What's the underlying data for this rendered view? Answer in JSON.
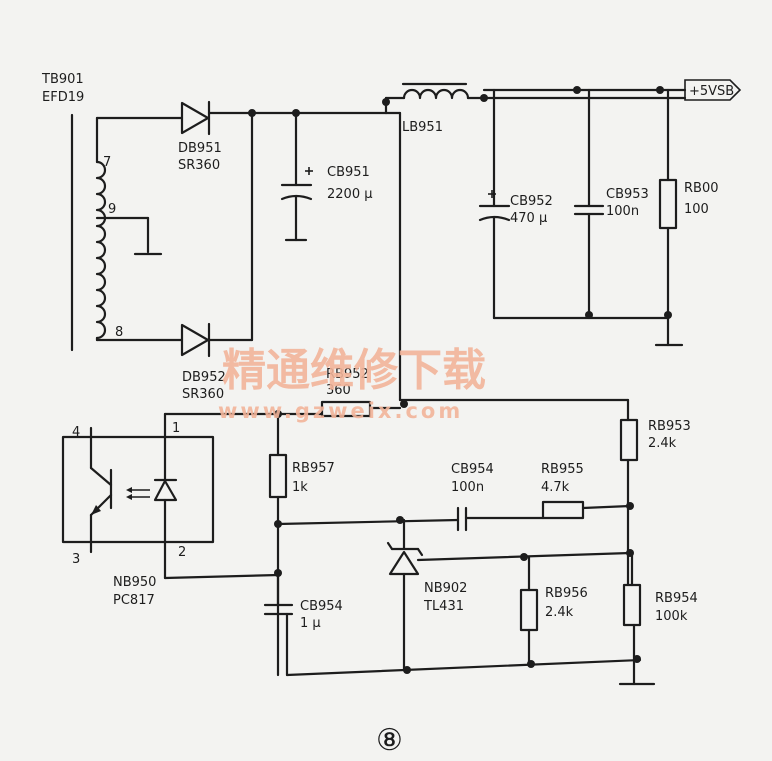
{
  "labels": {
    "tb901": "TB901",
    "efd19": "EFD19",
    "pin7": "7",
    "pin9": "9",
    "pin8": "8",
    "db951": "DB951",
    "db951_val": "SR360",
    "db952": "DB952",
    "db952_val": "SR360",
    "cb951": "CB951",
    "cb951_val": "2200 µ",
    "lb951": "LB951",
    "cb952": "CB952",
    "cb952_val": "470 µ",
    "cb953": "CB953",
    "cb953_val": "100n",
    "rb00": "RB00",
    "rb00_val": "100",
    "vsb": "+5VSB",
    "rb952": "RB952",
    "rb952_val": "360",
    "rb953": "RB953",
    "rb953_val": "2.4k",
    "rb957": "RB957",
    "rb957_val": "1k",
    "cb954a": "CB954",
    "cb954a_val": "100n",
    "rb955": "RB955",
    "rb955_val": "4.7k",
    "nb902": "NB902",
    "nb902_val": "TL431",
    "rb956": "RB956",
    "rb956_val": "2.4k",
    "rb954": "RB954",
    "rb954_val": "100k",
    "cb954b": "CB954",
    "cb954b_val": "1 µ",
    "nb950": "NB950",
    "nb950_val": "PC817",
    "opto_pin4": "4",
    "opto_pin3": "3",
    "opto_pin1": "1",
    "opto_pin2": "2"
  },
  "watermark": {
    "title": "精通维修下载",
    "url": "www.gzweix.com"
  },
  "figure_number": "⑧"
}
